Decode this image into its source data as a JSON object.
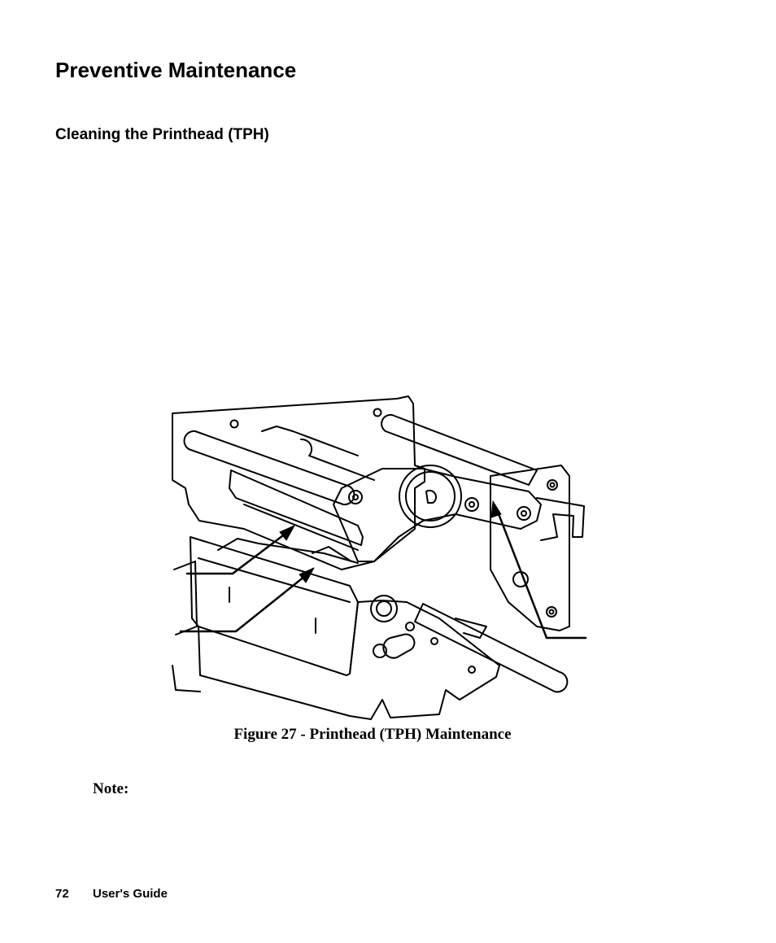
{
  "header": {
    "title": "Preventive Maintenance",
    "section_title": "Cleaning the Printhead (TPH)"
  },
  "figure": {
    "caption": "Figure 27 - Printhead (TPH) Maintenance",
    "illustration": "printhead-mechanism-line-drawing"
  },
  "note": {
    "label": "Note:"
  },
  "footer": {
    "page_number": "72",
    "doc_title": "User's Guide"
  }
}
